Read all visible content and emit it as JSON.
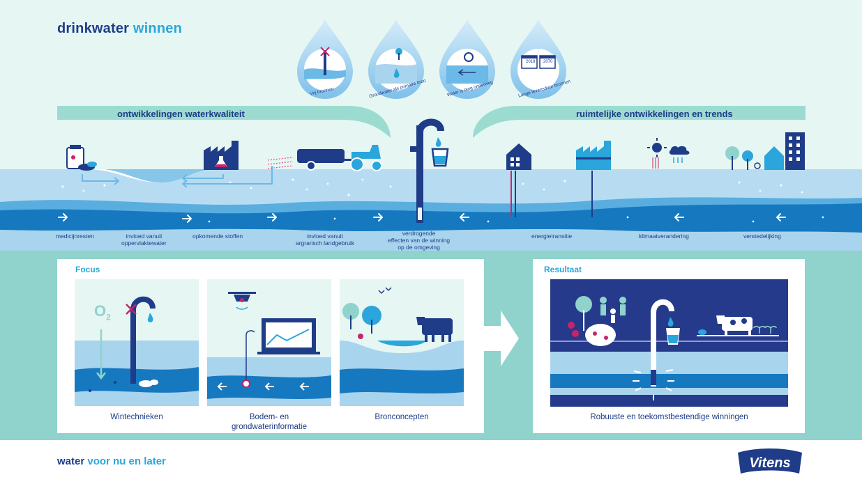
{
  "header": {
    "title_part1": "drinkwater",
    "title_part2": "winnen"
  },
  "drops": [
    {
      "caption": "Vrij bronnen",
      "icon": "well-crossed-icon"
    },
    {
      "caption": "Grondwater als primaire bron",
      "icon": "groundwater-icon"
    },
    {
      "caption": "Water is lang onderweg",
      "icon": "snail-icon"
    },
    {
      "caption": "Lange levensduur bronnen",
      "icon": "calendar-icon",
      "years": [
        "2018",
        "2070"
      ]
    }
  ],
  "bands": {
    "left": "ontwikkelingen waterkwaliteit",
    "right": "ruimtelijke ontwikkelingen en trends"
  },
  "water_labels": [
    {
      "text": "medicijnresten"
    },
    {
      "text": "invloed vanuit\noppervlaktewater"
    },
    {
      "text": "opkomende stoffen"
    },
    {
      "text": "invloed vanuit\nargrarisch landgebruik"
    },
    {
      "text": "verdrogende\neffecten van de winning\nop de omgeving"
    },
    {
      "text": "energietransitie"
    },
    {
      "text": "klimaatverandering"
    },
    {
      "text": "verstedelijking"
    }
  ],
  "focus": {
    "title": "Focus",
    "cards": [
      {
        "caption": "Wintechnieken",
        "o2": "O"
      },
      {
        "caption": "Bodem- en\ngrondwaterinformatie"
      },
      {
        "caption": "Bronconcepten"
      }
    ]
  },
  "result": {
    "title": "Resultaat",
    "caption": "Robuuste en toekomstbestendige winningen"
  },
  "footer": {
    "part1": "water",
    "part2": "voor nu en later"
  },
  "logo": {
    "text": "Vitens"
  },
  "colors": {
    "navy": "#1f3c88",
    "accent": "#2aa6dc",
    "teal": "#8fd3cc",
    "mint": "#e6f6f3",
    "water_light": "#a9d4ee",
    "water_dark": "#1679c0"
  }
}
